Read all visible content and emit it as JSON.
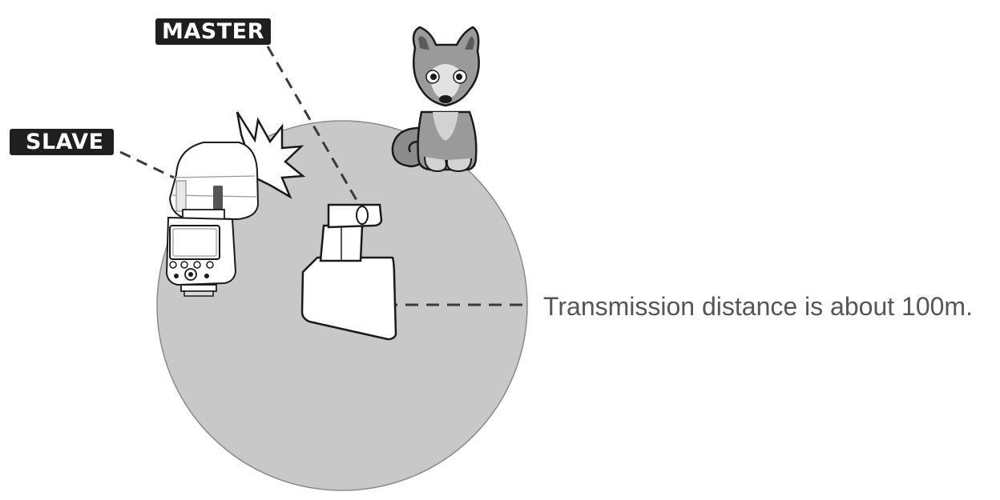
{
  "labels": {
    "master": "MASTER",
    "slave": "SLAVE",
    "distance": "Transmission distance is about 100m."
  },
  "colors": {
    "range_fill": "#c8c8c8",
    "outline": "#1a1a1a",
    "tag_background": "#1f1f1f",
    "tag_text": "#ffffff",
    "caption_text": "#555555",
    "dog_fur": "#9a9a9a",
    "dog_light": "#d2d2d2"
  },
  "icons": [
    "slave-flash-icon",
    "flash-burst-icon",
    "master-camera-icon",
    "dog-icon"
  ]
}
